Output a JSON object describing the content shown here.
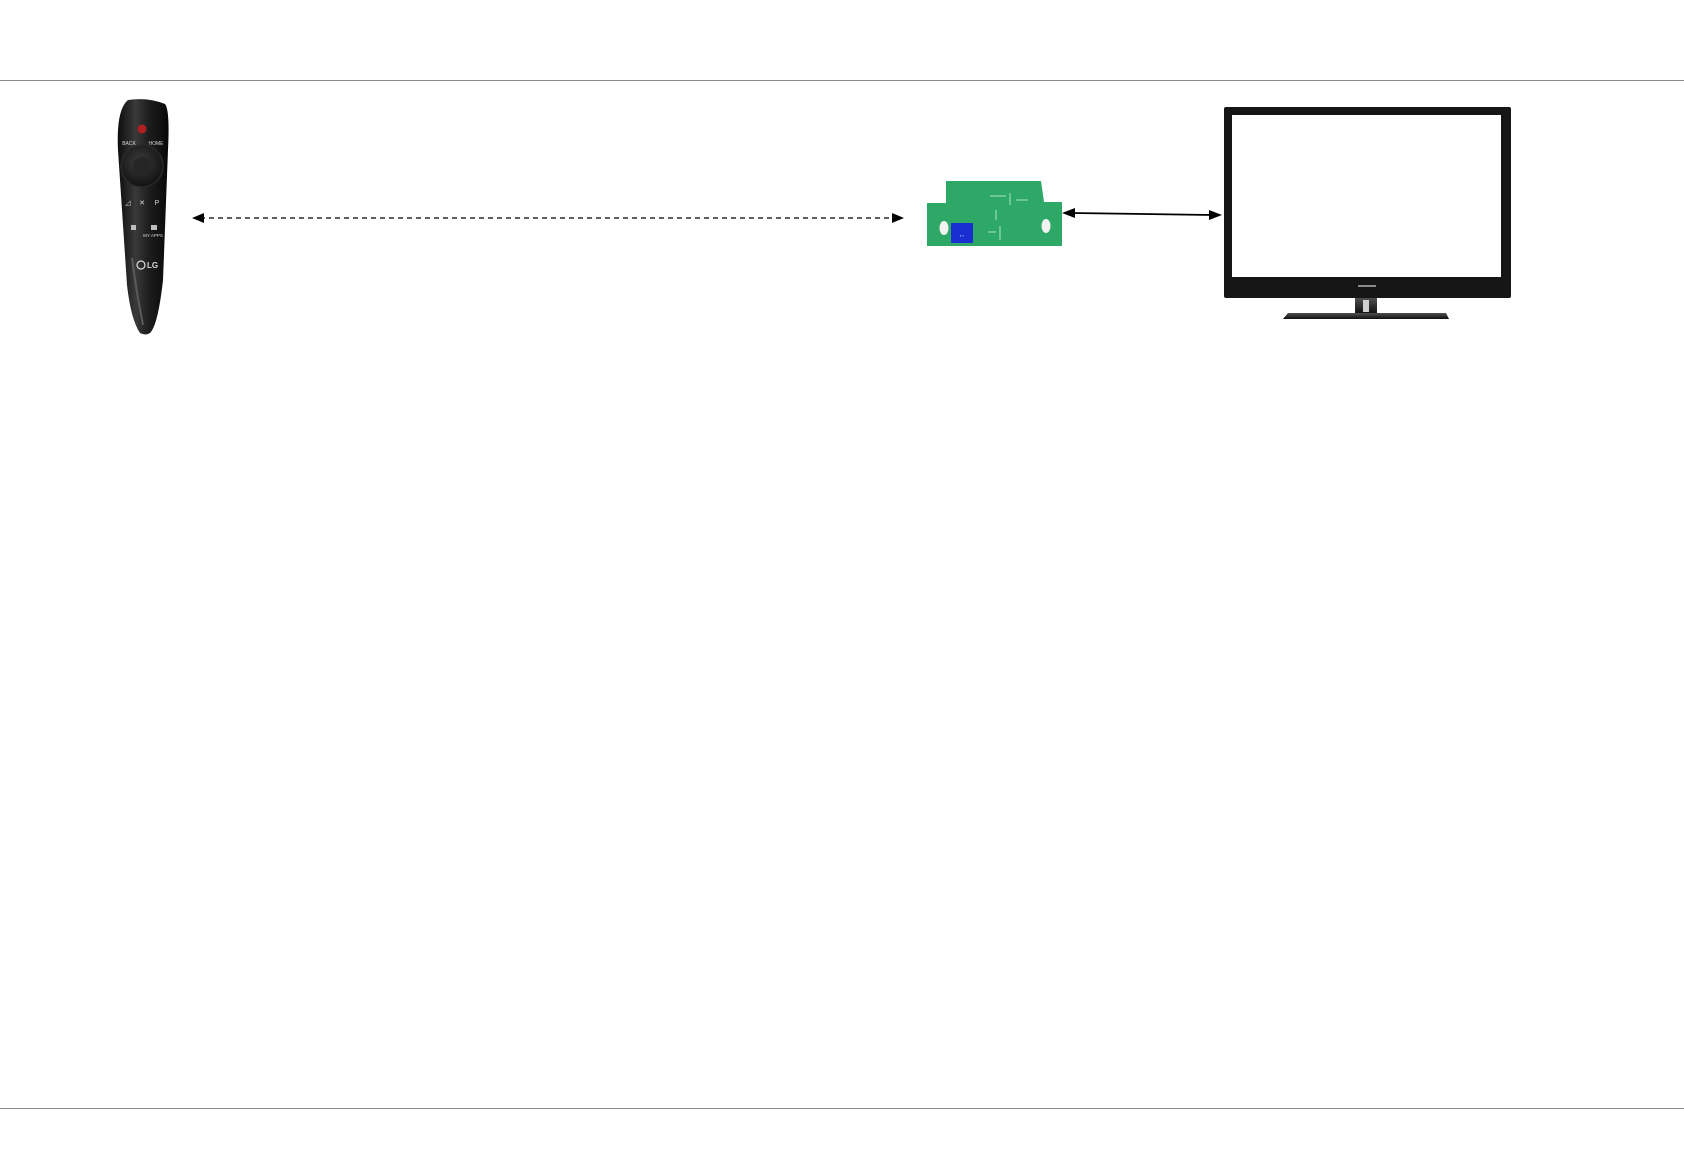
{
  "remote": {
    "button_back": "BACK",
    "button_home": "HOME",
    "button_my_apps": "MY APPS",
    "brand": "LG"
  },
  "links": [
    {
      "from": "remote",
      "to": "receiver-board",
      "style": "dashed",
      "direction": "bidirectional"
    },
    {
      "from": "receiver-board",
      "to": "television",
      "style": "solid",
      "direction": "bidirectional"
    }
  ],
  "colors": {
    "rule": "#8a8a8a",
    "remote_body": "#1e1e1e",
    "power_button": "#b02020",
    "board_green": "#2ea866",
    "board_chip": "#1a2fd0",
    "tv_bezel": "#161616",
    "tv_screen": "#ffffff",
    "connector": "#000000"
  }
}
